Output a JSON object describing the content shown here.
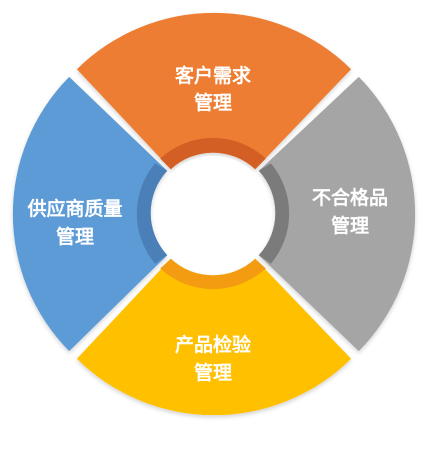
{
  "segments": [
    {
      "id": "customer-demand",
      "lines": [
        "客户需求",
        "管理"
      ],
      "color": "#ED7D31",
      "inner_color": "#D35F24"
    },
    {
      "id": "nonconforming",
      "lines": [
        "不合格品",
        "管理"
      ],
      "color": "#A5A5A5",
      "inner_color": "#7B7B7B"
    },
    {
      "id": "product-inspection",
      "lines": [
        "产品检验",
        "管理"
      ],
      "color": "#FFC000",
      "inner_color": "#F39C12"
    },
    {
      "id": "supplier-quality",
      "lines": [
        "供应商质量",
        "管理"
      ],
      "color": "#5B9BD5",
      "inner_color": "#4A7FB8"
    }
  ]
}
